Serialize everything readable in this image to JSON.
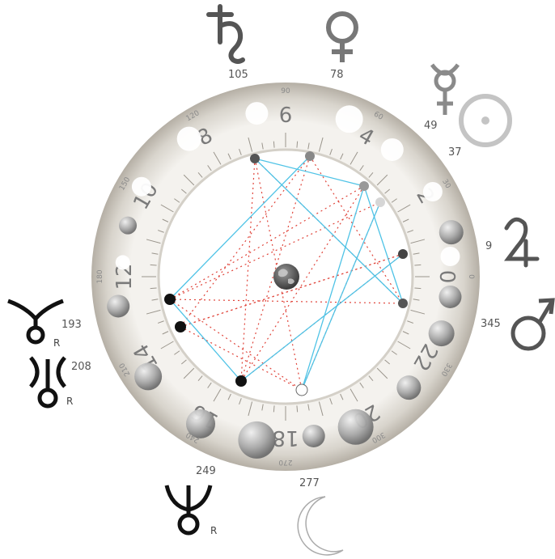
{
  "hour_labels": [
    "0",
    "2",
    "4",
    "6",
    "8",
    "10",
    "12",
    "14",
    "16",
    "18",
    "20",
    "22"
  ],
  "degree_ticks": [
    "0",
    "30",
    "60",
    "90",
    "120",
    "150",
    "180",
    "210",
    "240",
    "270",
    "300",
    "330"
  ],
  "planets": [
    {
      "id": "saturn",
      "glyph_name": "saturn-icon",
      "degree": "105",
      "retro": "",
      "color": "#555555"
    },
    {
      "id": "venus",
      "glyph_name": "venus-icon",
      "degree": "78",
      "retro": "",
      "color": "#777777"
    },
    {
      "id": "mercury",
      "glyph_name": "mercury-icon",
      "degree": "49",
      "retro": "",
      "color": "#8a8a8a"
    },
    {
      "id": "sun",
      "glyph_name": "sun-icon",
      "degree": "37",
      "retro": "",
      "color": "#c4c4c4"
    },
    {
      "id": "jupiter",
      "glyph_name": "jupiter-icon",
      "degree": "9",
      "retro": "",
      "color": "#555555"
    },
    {
      "id": "mars",
      "glyph_name": "mars-icon",
      "degree": "345",
      "retro": "",
      "color": "#555555"
    },
    {
      "id": "neptune",
      "glyph_name": "neptune-icon",
      "degree": "193",
      "retro": "R",
      "color": "#111111"
    },
    {
      "id": "pluto",
      "glyph_name": "pluto-icon",
      "degree": "208",
      "retro": "R",
      "color": "#111111"
    },
    {
      "id": "uranus",
      "glyph_name": "uranus-icon",
      "degree": "249",
      "retro": "R",
      "color": "#111111"
    },
    {
      "id": "moon",
      "glyph_name": "moon-icon",
      "degree": "277",
      "retro": "",
      "color": "#aaaaaa"
    }
  ],
  "colors": {
    "ring_outer": "#b9b4ab",
    "ring_inner": "#ece9e4",
    "aspect_solid": "#4fc3e6",
    "aspect_dotted": "#e0443a"
  }
}
